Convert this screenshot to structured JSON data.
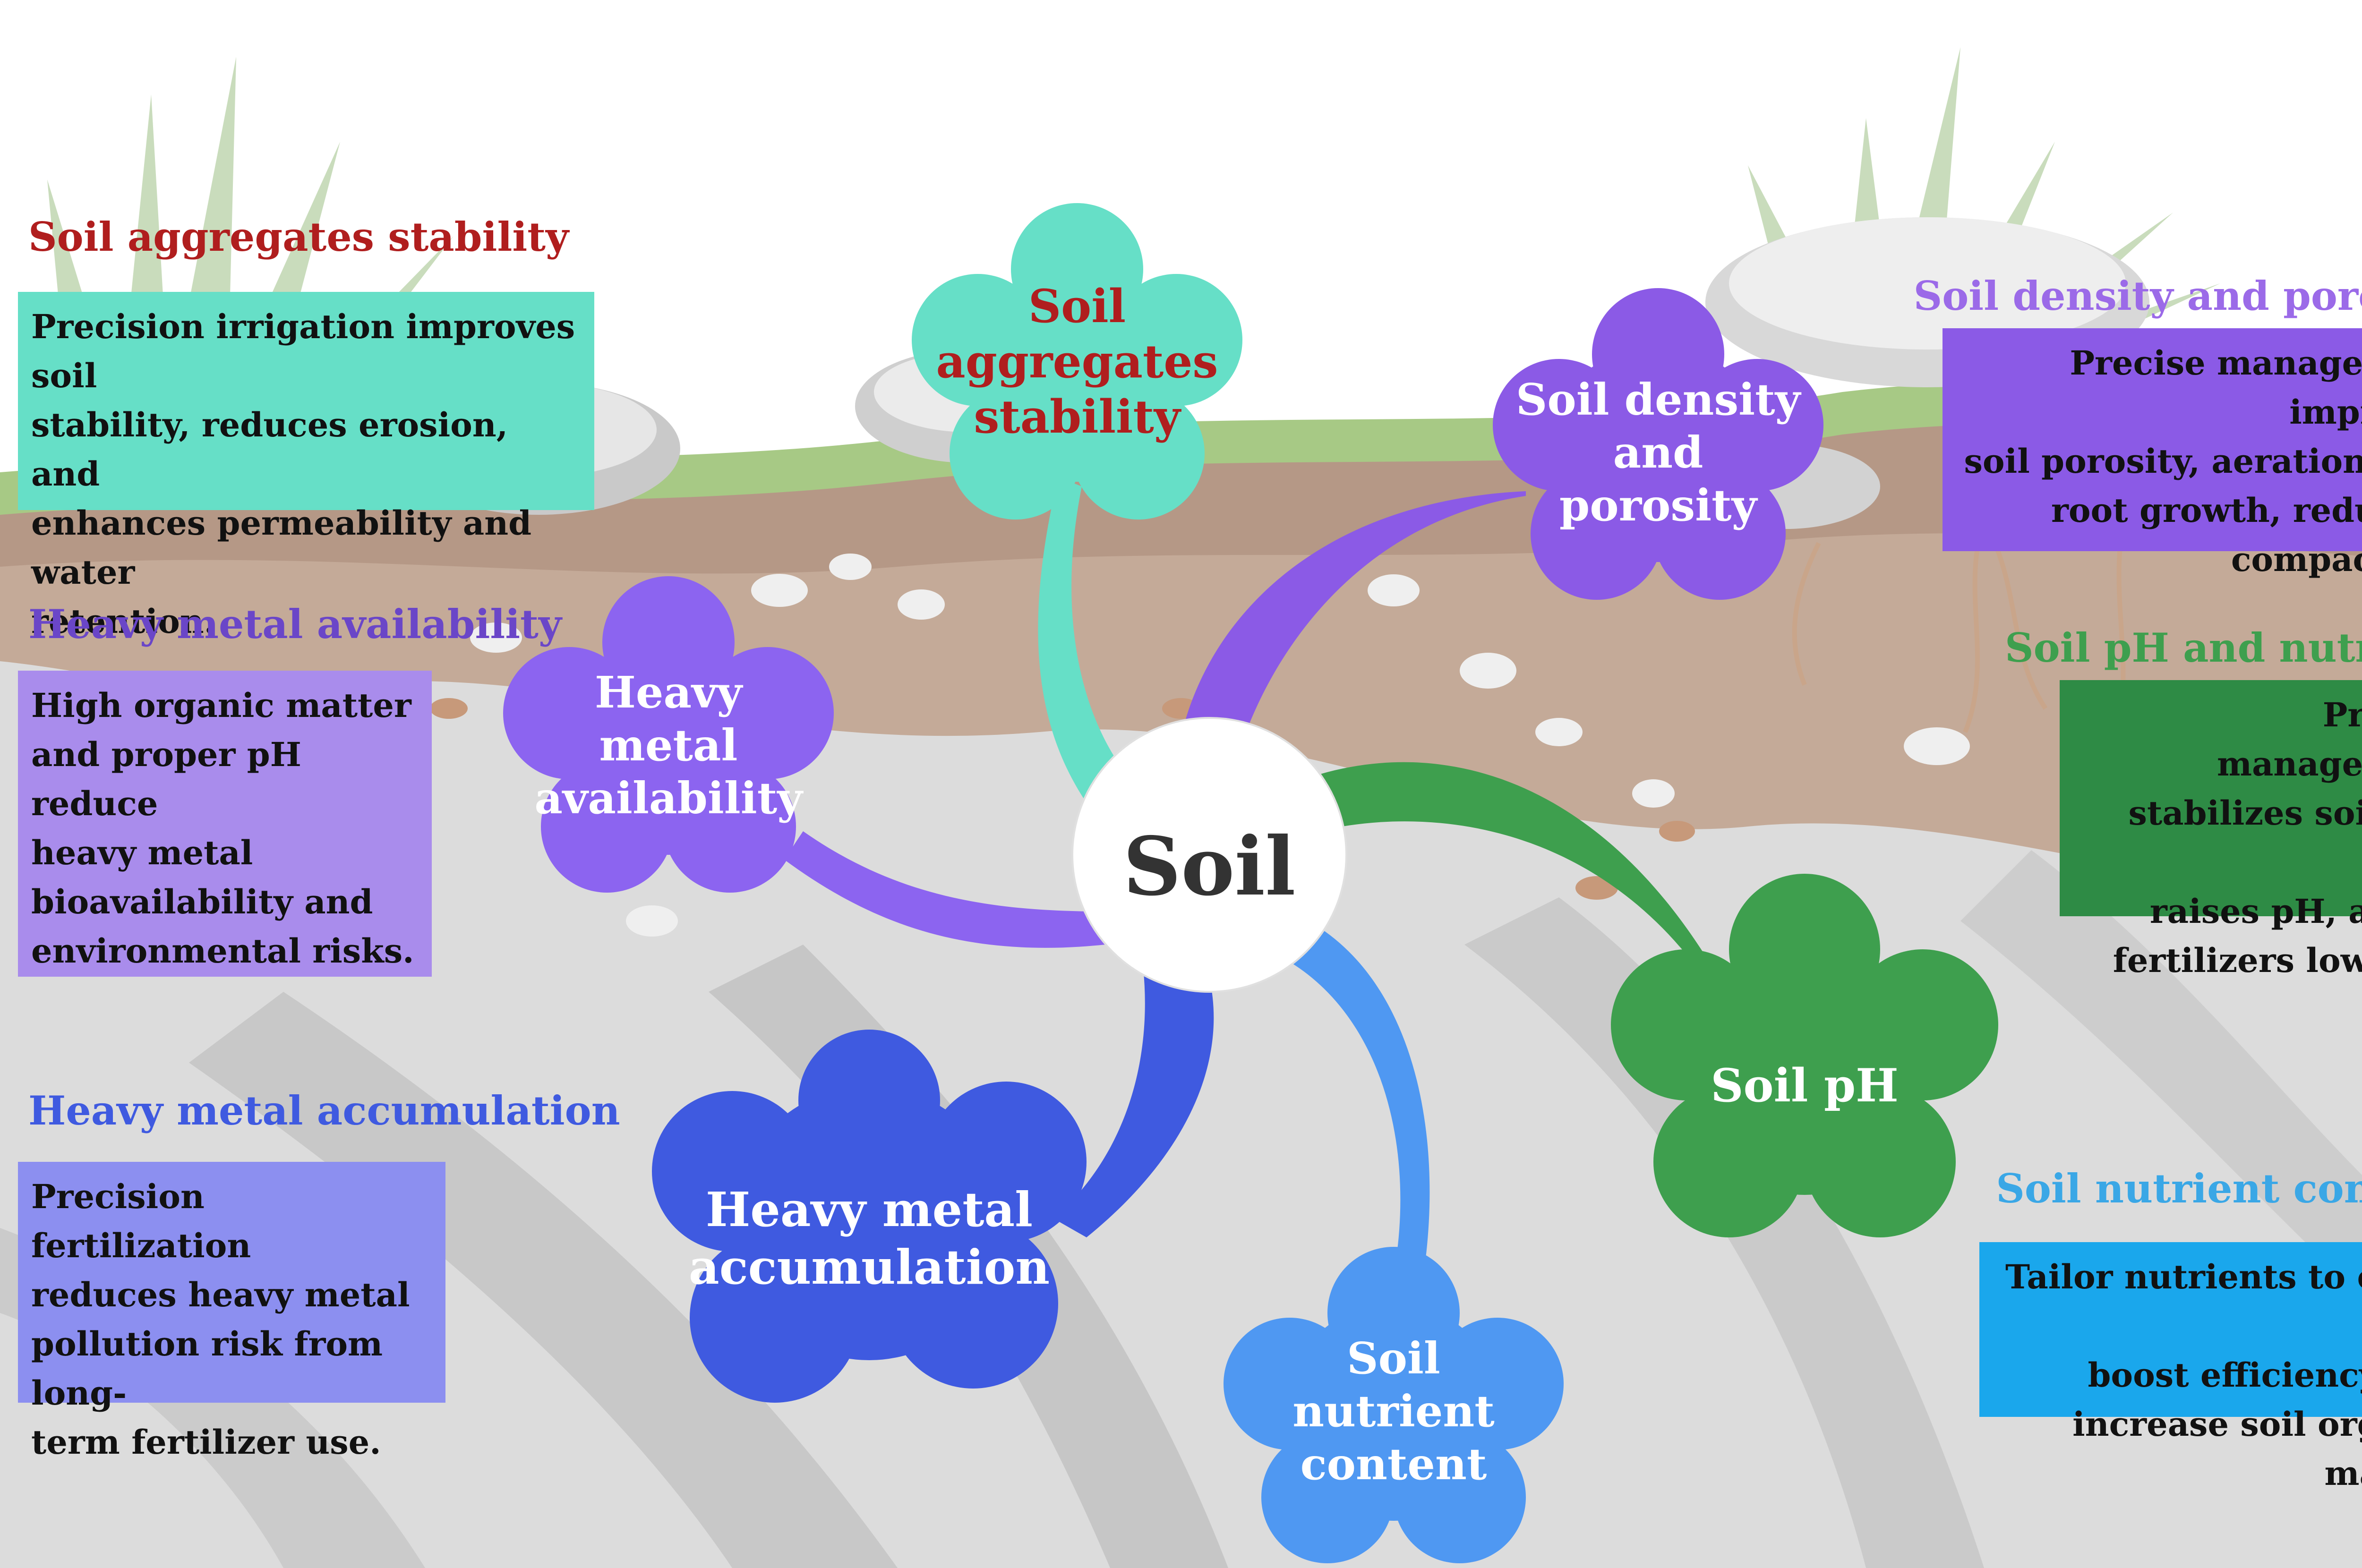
{
  "center": {
    "label": "Soil"
  },
  "colors": {
    "aggregates": "#66dfc7",
    "density": "#8b5ae6",
    "availability": "#8c64f0",
    "accumulation": "#3f5ae0",
    "nutrient": "#4f98f2",
    "ph": "#3e9f4e",
    "title_red": "#b01e1e"
  },
  "flowers": [
    {
      "id": "aggregates",
      "lines": [
        "Soil",
        "aggregates",
        "stability"
      ]
    },
    {
      "id": "density",
      "lines": [
        "Soil density",
        "and",
        "porosity"
      ]
    },
    {
      "id": "availability",
      "lines": [
        "Heavy",
        "metal",
        "availability"
      ]
    },
    {
      "id": "accumulation",
      "lines": [
        "Heavy metal",
        "accumulation"
      ]
    },
    {
      "id": "nutrient",
      "lines": [
        "Soil",
        "nutrient",
        "content"
      ]
    },
    {
      "id": "ph",
      "lines": [
        "Soil pH"
      ]
    }
  ],
  "panels": {
    "aggregates": {
      "title": "Soil aggregates stability",
      "lines": [
        "Precision irrigation improves soil",
        "stability, reduces erosion, and",
        "enhances permeability and water",
        "retention."
      ]
    },
    "availability": {
      "title": "Heavy metal availability",
      "lines": [
        "High organic matter",
        "and proper pH reduce",
        "heavy metal",
        "bioavailability and",
        "environmental risks."
      ]
    },
    "accumulation": {
      "title": "Heavy metal accumulation",
      "lines": [
        "Precision fertilization",
        "reduces heavy metal",
        "pollution risk from long-",
        "term fertilizer use."
      ]
    },
    "density": {
      "title": "Soil density and porosity",
      "lines": [
        "Precise management improves",
        "soil porosity, aeration, and",
        "root growth, reducing",
        "compaction."
      ]
    },
    "ph": {
      "title": "Soil pH and nutrient",
      "lines": [
        "Precise management",
        "stabilizes soil pH; lime",
        "raises pH, acidic",
        "fertilizers lower it."
      ]
    },
    "nutrient": {
      "title": "Soil nutrient content",
      "lines": [
        "Tailor nutrients to crops to",
        "boost efficiency and",
        "increase soil organic matter."
      ]
    }
  }
}
